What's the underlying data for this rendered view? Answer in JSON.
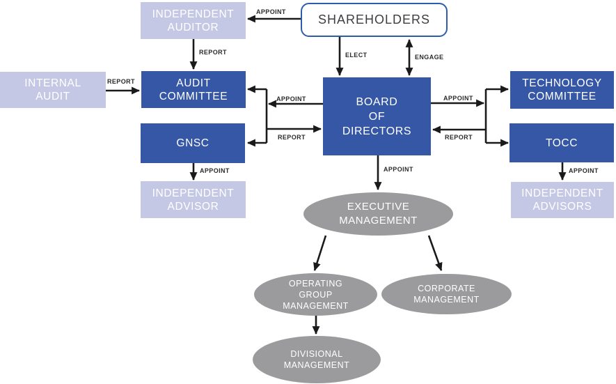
{
  "nodes": {
    "independent_auditor": "INDEPENDENT\nAUDITOR",
    "shareholders": "SHAREHOLDERS",
    "internal_audit": "INTERNAL\nAUDIT",
    "audit_committee": "AUDIT\nCOMMITTEE",
    "gnsc": "GNSC",
    "independent_advisor": "INDEPENDENT\nADVISOR",
    "board_of_directors": "BOARD\nOF\nDIRECTORS",
    "technology_committee": "TECHNOLOGY\nCOMMITTEE",
    "tocc": "TOCC",
    "independent_advisors": "INDEPENDENT\nADVISORS",
    "executive_management": "EXECUTIVE\nMANAGEMENT",
    "operating_group_management": "OPERATING\nGROUP\nMANAGEMENT",
    "corporate_management": "CORPORATE\nMANAGEMENT",
    "divisional_management": "DIVISIONAL\nMANAGEMENT"
  },
  "edge_labels": {
    "shareholders_appoint_auditor": "APPOINT",
    "auditor_report_committee": "REPORT",
    "internal_audit_report_committee": "REPORT",
    "shareholders_elect_board": "ELECT",
    "shareholders_engage_board": "ENGAGE",
    "board_appoint_left_committees": "APPOINT",
    "left_committees_report_board": "REPORT",
    "board_appoint_right_committees": "APPOINT",
    "right_committees_report_board": "REPORT",
    "gnsc_appoint_advisor": "APPOINT",
    "tocc_appoint_advisors": "APPOINT",
    "board_appoint_executive": "APPOINT"
  },
  "colors": {
    "node_blue": "#3557a6",
    "node_lavender": "#c4c8e5",
    "node_gray": "#9b9a9c",
    "shareholders_border": "#2d5cac",
    "arrow_color": "#1a1a1a",
    "label_color": "#2b2b2b"
  }
}
